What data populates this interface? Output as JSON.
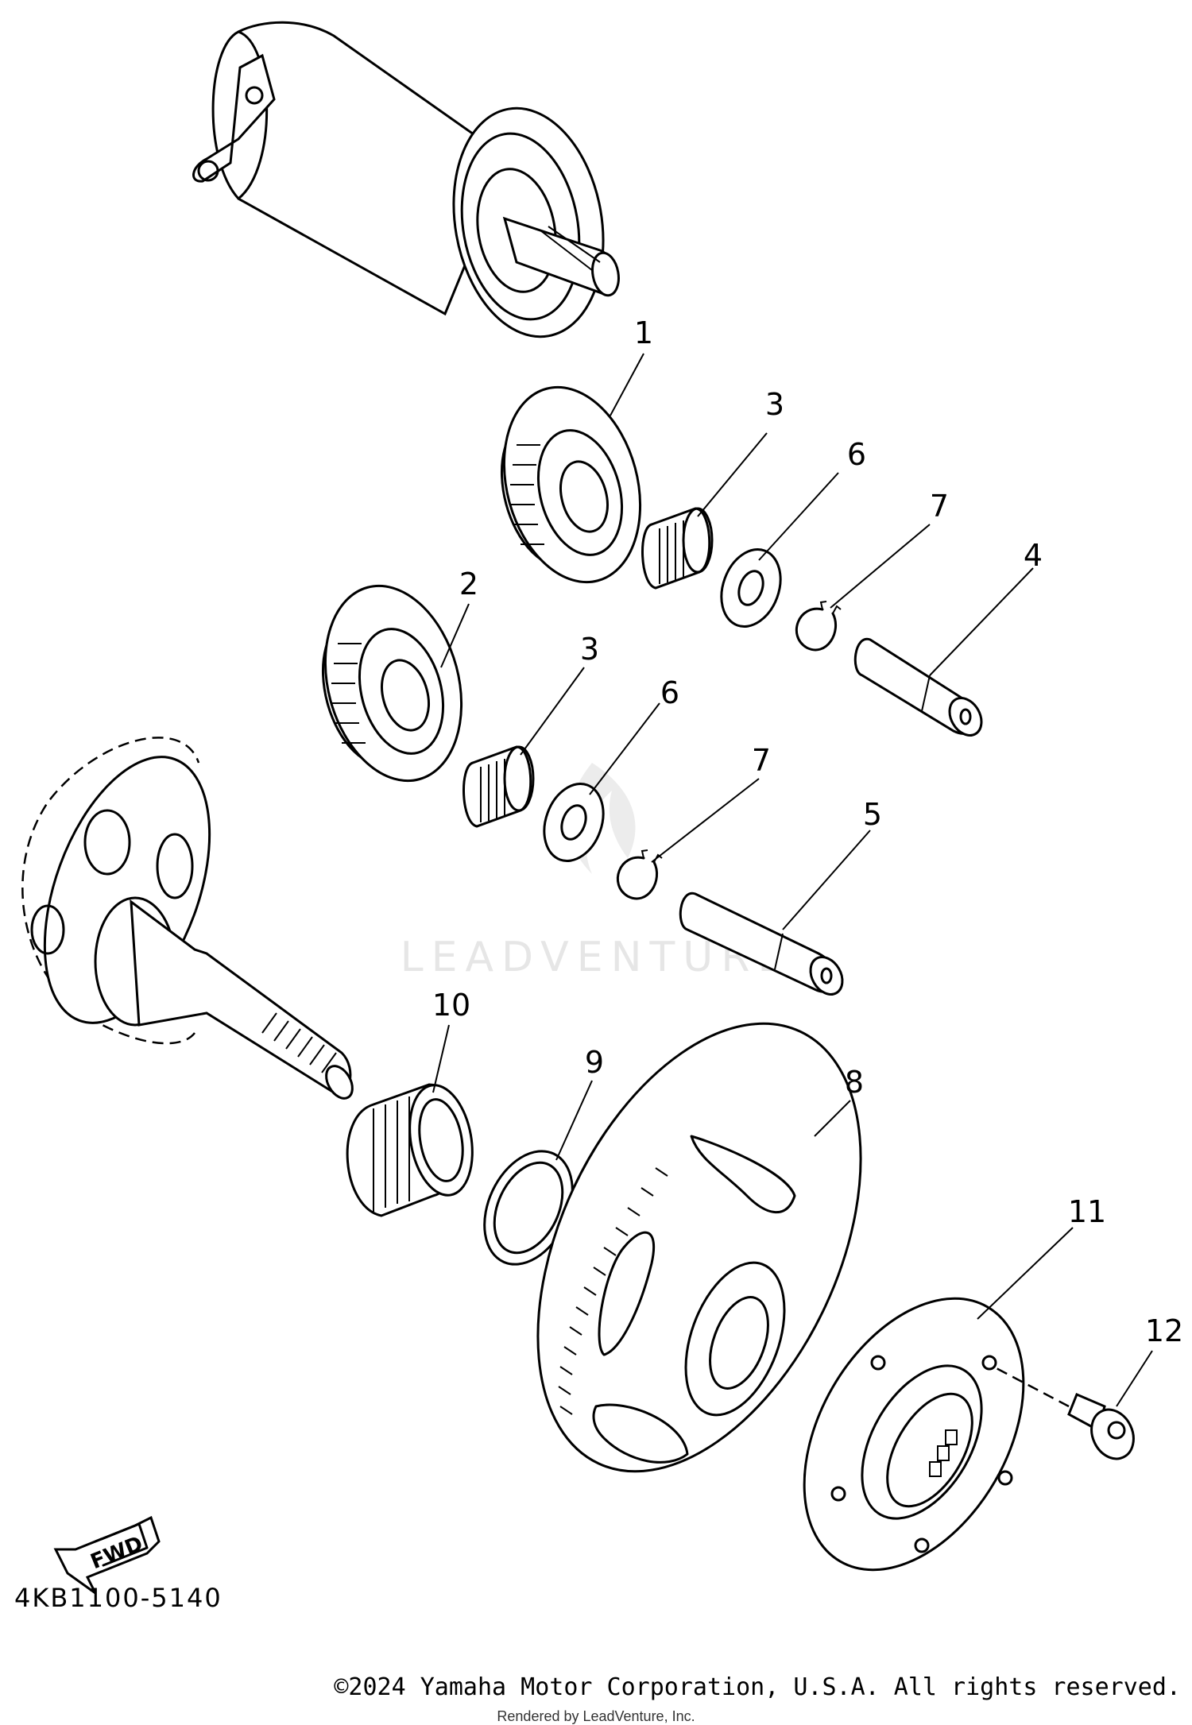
{
  "callouts": [
    {
      "num": "1",
      "part": "gear"
    },
    {
      "num": "2",
      "part": "gear"
    },
    {
      "num": "3",
      "part": "needle-bearing"
    },
    {
      "num": "3",
      "part": "needle-bearing"
    },
    {
      "num": "4",
      "part": "shaft"
    },
    {
      "num": "5",
      "part": "shaft"
    },
    {
      "num": "6",
      "part": "washer"
    },
    {
      "num": "6",
      "part": "washer"
    },
    {
      "num": "7",
      "part": "circlip"
    },
    {
      "num": "7",
      "part": "circlip"
    },
    {
      "num": "8",
      "part": "wheel-gear"
    },
    {
      "num": "9",
      "part": "washer"
    },
    {
      "num": "10",
      "part": "bearing"
    },
    {
      "num": "11",
      "part": "starter-clutch"
    },
    {
      "num": "12",
      "part": "bolt"
    }
  ],
  "fwd_label": "FWD",
  "diagram_code": "4KB1100-5140",
  "copyright": "©2024 Yamaha Motor Corporation, U.S.A. All rights reserved.",
  "watermark": "LEADVENTURE",
  "rendered_by": "Rendered by LeadVenture, Inc."
}
